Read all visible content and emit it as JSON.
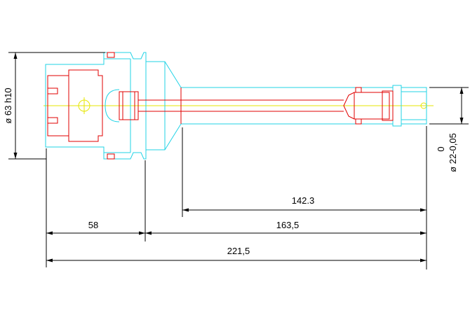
{
  "colors": {
    "outline": "#22d3e6",
    "detail": "#e00000",
    "axis": "#e6e600",
    "dimension": "#000000"
  },
  "dimensions": {
    "shank_diameter": "ø 63 h10",
    "tool_diameter": "ø 22-0,05",
    "tool_diameter_upper_tol": "0",
    "length_142": "142.3",
    "length_58": "58",
    "length_163": "163,5",
    "length_221": "221,5"
  }
}
